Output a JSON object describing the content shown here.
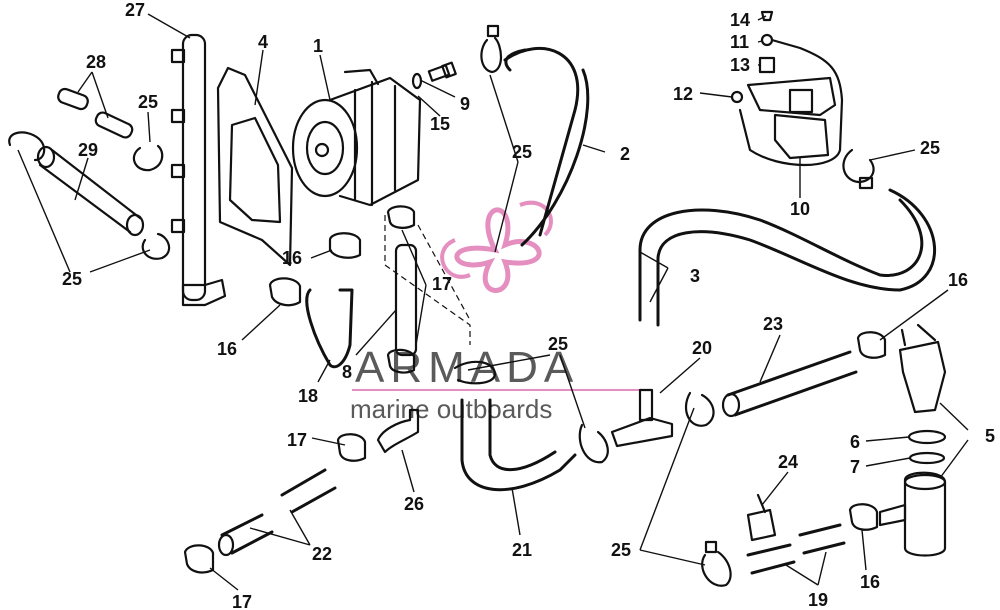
{
  "labels": {
    "l1": "1",
    "l2": "2",
    "l3": "3",
    "l4": "4",
    "l5": "5",
    "l6": "6",
    "l7": "7",
    "l8": "8",
    "l9": "9",
    "l10": "10",
    "l11": "11",
    "l12": "12",
    "l13": "13",
    "l14": "14",
    "l15": "15",
    "l16a": "16",
    "l16b": "16",
    "l16c": "16",
    "l16d": "16",
    "l17a": "17",
    "l17b": "17",
    "l17c": "17",
    "l18": "18",
    "l19": "19",
    "l20": "20",
    "l21": "21",
    "l22": "22",
    "l23": "23",
    "l24": "24",
    "l25a": "25",
    "l25b": "25",
    "l25c": "25",
    "l25d": "25",
    "l25e": "25",
    "l25f": "25",
    "l26": "26",
    "l27": "27",
    "l28": "28",
    "l29": "29"
  },
  "watermark": {
    "brand": "ARMADA",
    "tagline": "marine outboards",
    "colors": {
      "logo_pink": "#e48fbf",
      "text_gray": "#5a5a5a"
    }
  }
}
